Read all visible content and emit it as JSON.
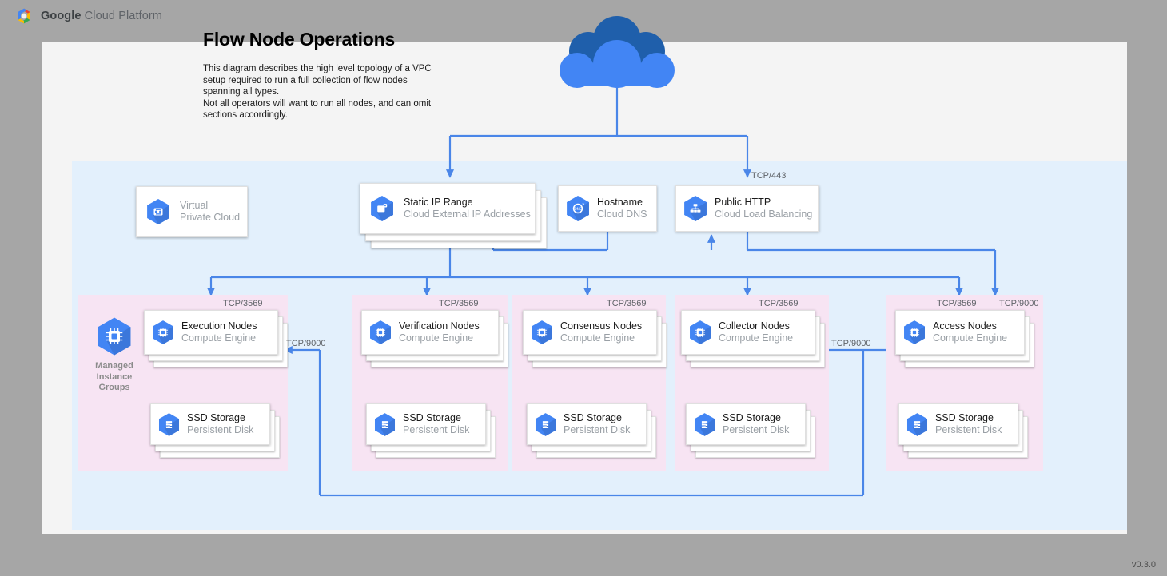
{
  "brand": {
    "logo_icon": "google-cloud-hexagon-logo",
    "bold": "Google",
    "rest": " Cloud Platform"
  },
  "header": {
    "title": "Flow Node Operations",
    "description": "This diagram describes the high level topology of a VPC setup required to run a full collection of flow nodes spanning all types.\nNot all operators will want to run all nodes, and can omit sections accordingly."
  },
  "version": "v0.3.0",
  "colors": {
    "page_background": "#a6a6a6",
    "canvas": "#f4f4f4",
    "vpc_fill": "#e3f0fc",
    "group_fill": "#f7e4f3",
    "accent_blue": "#4285f4",
    "connector_blue": "#4a86e8",
    "cloud_light": "#4285f4",
    "cloud_dark": "#1f5fab",
    "card_title": "#1a1a1a",
    "card_subtitle": "#9aa0a6",
    "port_label": "#5f6368"
  },
  "internet": {
    "icon": "cloud-icon",
    "label": ""
  },
  "top_row": [
    {
      "id": "vpc",
      "icon": "virtual-private-cloud-icon",
      "title": "Virtual",
      "subtitle": "Private Cloud",
      "stacked": false,
      "muted": true
    },
    {
      "id": "static-ip-range",
      "icon": "cloud-external-ip-addresses-icon",
      "title": "Static IP Range",
      "subtitle": "Cloud External IP Addresses",
      "stacked": true,
      "muted": false
    },
    {
      "id": "hostname",
      "icon": "cloud-dns-icon",
      "title": "Hostname",
      "subtitle": "Cloud DNS",
      "stacked": false,
      "muted": false
    },
    {
      "id": "public-http",
      "icon": "cloud-load-balancing-icon",
      "title": "Public HTTP",
      "subtitle": "Cloud Load Balancing",
      "stacked": false,
      "muted": false
    }
  ],
  "managed_instance_groups": {
    "icon": "compute-engine-mig-icon",
    "label": "Managed\nInstance\nGroups"
  },
  "groups": [
    {
      "id": "execution",
      "node": {
        "icon": "compute-engine-icon",
        "title": "Execution Nodes",
        "subtitle": "Compute Engine"
      },
      "storage": {
        "icon": "persistent-disk-icon",
        "title": "SSD Storage",
        "subtitle": "Persistent Disk"
      },
      "in_port": "TCP/3569",
      "side_port": "TCP/9000"
    },
    {
      "id": "verification",
      "node": {
        "icon": "compute-engine-icon",
        "title": "Verification Nodes",
        "subtitle": "Compute Engine"
      },
      "storage": {
        "icon": "persistent-disk-icon",
        "title": "SSD Storage",
        "subtitle": "Persistent Disk"
      },
      "in_port": "TCP/3569",
      "side_port": ""
    },
    {
      "id": "consensus",
      "node": {
        "icon": "compute-engine-icon",
        "title": "Consensus Nodes",
        "subtitle": "Compute Engine"
      },
      "storage": {
        "icon": "persistent-disk-icon",
        "title": "SSD Storage",
        "subtitle": "Persistent Disk"
      },
      "in_port": "TCP/3569",
      "side_port": ""
    },
    {
      "id": "collector",
      "node": {
        "icon": "compute-engine-icon",
        "title": "Collector Nodes",
        "subtitle": "Compute Engine"
      },
      "storage": {
        "icon": "persistent-disk-icon",
        "title": "SSD Storage",
        "subtitle": "Persistent Disk"
      },
      "in_port": "TCP/3569",
      "side_port": "TCP/9000"
    },
    {
      "id": "access",
      "node": {
        "icon": "compute-engine-icon",
        "title": "Access Nodes",
        "subtitle": "Compute Engine"
      },
      "storage": {
        "icon": "persistent-disk-icon",
        "title": "SSD Storage",
        "subtitle": "Persistent Disk"
      },
      "in_port": "TCP/3569",
      "side_port": "TCP/9000"
    }
  ],
  "edge_labels": {
    "cloud_to_lb": "TCP/443",
    "lb_to_access": "TCP/9000",
    "access_to_collector": "TCP/9000",
    "access_to_execution": "TCP/9000"
  }
}
